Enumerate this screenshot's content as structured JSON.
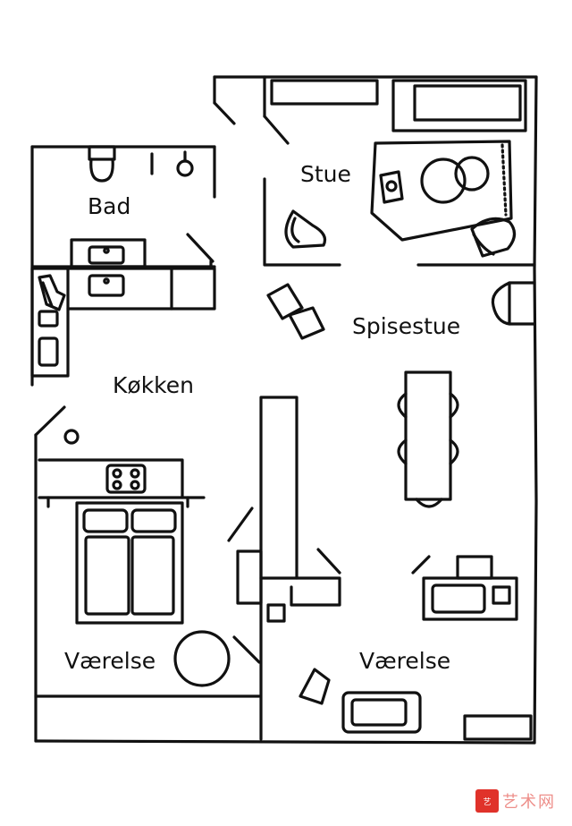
{
  "floorplan": {
    "rooms": {
      "bad": "Bad",
      "stue": "Stue",
      "spisestue": "Spisestue",
      "kokken": "Køkken",
      "vaerelse_left": "Værelse",
      "vaerelse_right": "Værelse"
    }
  },
  "colors": {
    "ink": "#111111",
    "watermark": "#e0322a"
  },
  "watermark": {
    "badge_icon": "site-logo-icon",
    "text": "艺术网"
  }
}
